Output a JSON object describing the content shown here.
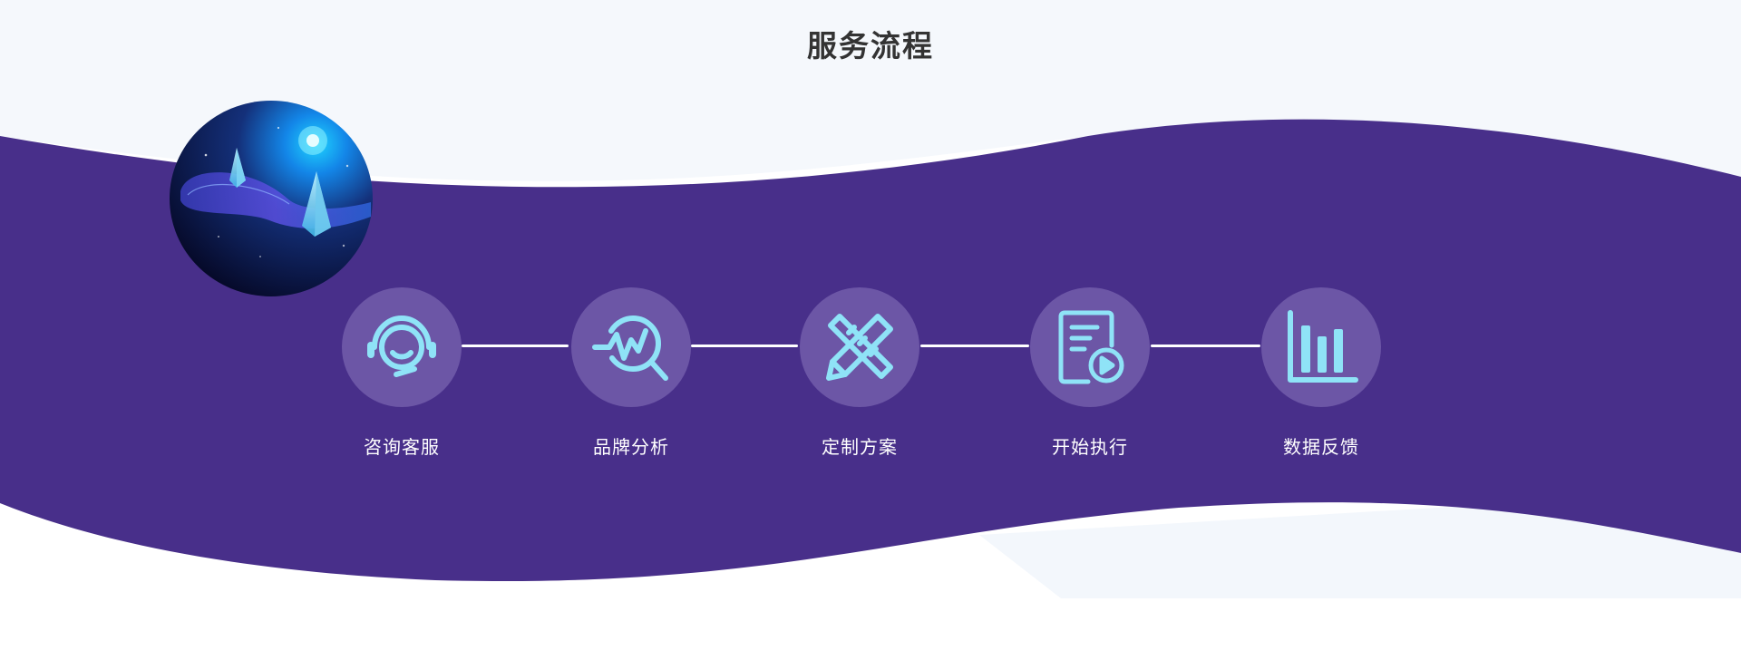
{
  "header": {
    "title": "服务流程"
  },
  "process": {
    "steps": [
      {
        "label": "咨询客服",
        "icon": "headset-icon"
      },
      {
        "label": "品牌分析",
        "icon": "magnifier-chart-icon"
      },
      {
        "label": "定制方案",
        "icon": "pencil-ruler-icon"
      },
      {
        "label": "开始执行",
        "icon": "document-play-icon"
      },
      {
        "label": "数据反馈",
        "icon": "bar-chart-icon"
      }
    ]
  },
  "colors": {
    "band_purple": "#482f8a",
    "step_circle": "#6c56a6",
    "icon_cyan": "#8fe3f7",
    "top_background": "#f5f8fc",
    "title_text": "#333333"
  }
}
